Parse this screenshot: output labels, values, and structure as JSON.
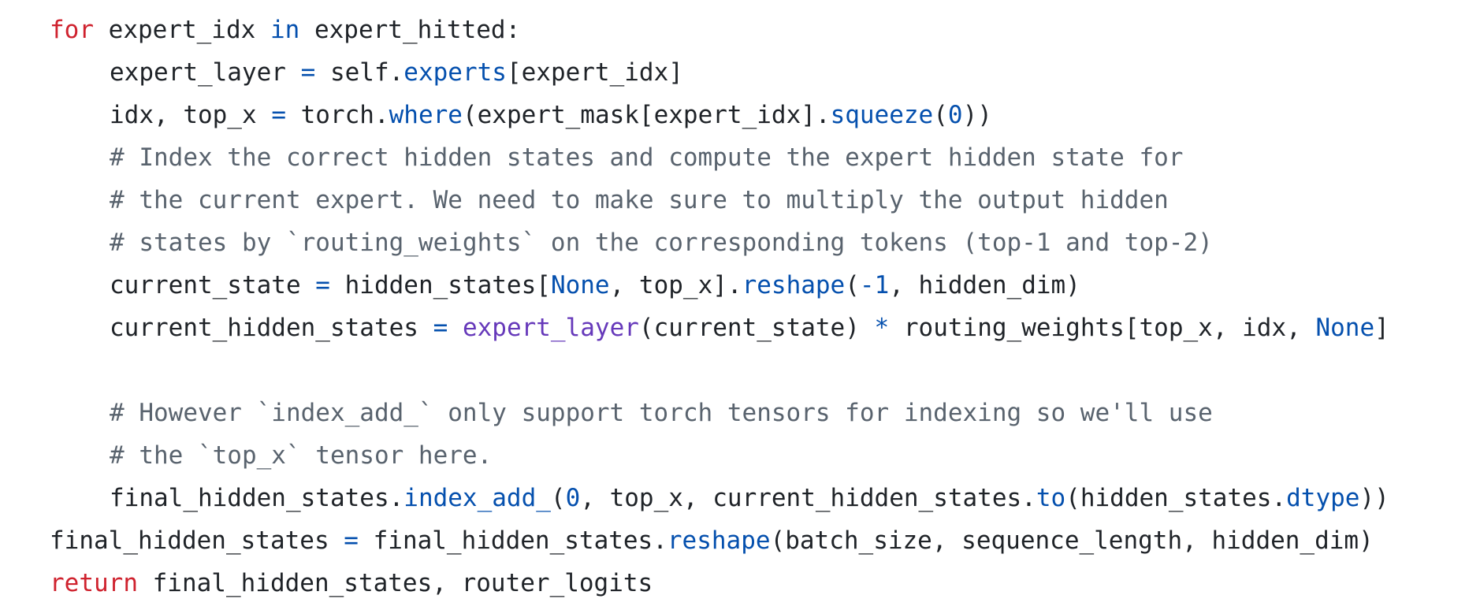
{
  "code": {
    "lines": [
      {
        "indent": 0,
        "tokens": [
          {
            "t": "kw",
            "v": "for"
          },
          {
            "t": "plain",
            "v": " expert_idx "
          },
          {
            "t": "op",
            "v": "in"
          },
          {
            "t": "plain",
            "v": " expert_hitted:"
          }
        ]
      },
      {
        "indent": 1,
        "tokens": [
          {
            "t": "plain",
            "v": "expert_layer "
          },
          {
            "t": "op",
            "v": "="
          },
          {
            "t": "plain",
            "v": " self."
          },
          {
            "t": "fn",
            "v": "experts"
          },
          {
            "t": "plain",
            "v": "[expert_idx]"
          }
        ]
      },
      {
        "indent": 1,
        "tokens": [
          {
            "t": "plain",
            "v": "idx, top_x "
          },
          {
            "t": "op",
            "v": "="
          },
          {
            "t": "plain",
            "v": " torch."
          },
          {
            "t": "fn",
            "v": "where"
          },
          {
            "t": "plain",
            "v": "(expert_mask[expert_idx]."
          },
          {
            "t": "fn",
            "v": "squeeze"
          },
          {
            "t": "plain",
            "v": "("
          },
          {
            "t": "num",
            "v": "0"
          },
          {
            "t": "plain",
            "v": "))"
          }
        ]
      },
      {
        "indent": 1,
        "tokens": [
          {
            "t": "com",
            "v": "# Index the correct hidden states and compute the expert hidden state for"
          }
        ]
      },
      {
        "indent": 1,
        "tokens": [
          {
            "t": "com",
            "v": "# the current expert. We need to make sure to multiply the output hidden"
          }
        ]
      },
      {
        "indent": 1,
        "tokens": [
          {
            "t": "com",
            "v": "# states by `routing_weights` on the corresponding tokens (top-1 and top-2)"
          }
        ]
      },
      {
        "indent": 1,
        "tokens": [
          {
            "t": "plain",
            "v": "current_state "
          },
          {
            "t": "op",
            "v": "="
          },
          {
            "t": "plain",
            "v": " hidden_states["
          },
          {
            "t": "const",
            "v": "None"
          },
          {
            "t": "plain",
            "v": ", top_x]."
          },
          {
            "t": "fn",
            "v": "reshape"
          },
          {
            "t": "plain",
            "v": "("
          },
          {
            "t": "num",
            "v": "-1"
          },
          {
            "t": "plain",
            "v": ", hidden_dim)"
          }
        ]
      },
      {
        "indent": 1,
        "tokens": [
          {
            "t": "plain",
            "v": "current_hidden_states "
          },
          {
            "t": "op",
            "v": "="
          },
          {
            "t": "plain",
            "v": " "
          },
          {
            "t": "call",
            "v": "expert_layer"
          },
          {
            "t": "plain",
            "v": "(current_state) "
          },
          {
            "t": "op",
            "v": "*"
          },
          {
            "t": "plain",
            "v": " routing_weights[top_x, idx, "
          },
          {
            "t": "const",
            "v": "None"
          },
          {
            "t": "plain",
            "v": "]"
          }
        ]
      },
      {
        "indent": 1,
        "tokens": []
      },
      {
        "indent": 1,
        "tokens": [
          {
            "t": "com",
            "v": "# However `index_add_` only support torch tensors for indexing so we'll use"
          }
        ]
      },
      {
        "indent": 1,
        "tokens": [
          {
            "t": "com",
            "v": "# the `top_x` tensor here."
          }
        ]
      },
      {
        "indent": 1,
        "tokens": [
          {
            "t": "plain",
            "v": "final_hidden_states."
          },
          {
            "t": "fn",
            "v": "index_add_"
          },
          {
            "t": "plain",
            "v": "("
          },
          {
            "t": "num",
            "v": "0"
          },
          {
            "t": "plain",
            "v": ", top_x, current_hidden_states."
          },
          {
            "t": "fn",
            "v": "to"
          },
          {
            "t": "plain",
            "v": "(hidden_states."
          },
          {
            "t": "fn",
            "v": "dtype"
          },
          {
            "t": "plain",
            "v": "))"
          }
        ]
      },
      {
        "indent": 0,
        "tokens": [
          {
            "t": "plain",
            "v": "final_hidden_states "
          },
          {
            "t": "op",
            "v": "="
          },
          {
            "t": "plain",
            "v": " final_hidden_states."
          },
          {
            "t": "fn",
            "v": "reshape"
          },
          {
            "t": "plain",
            "v": "(batch_size, sequence_length, hidden_dim)"
          }
        ]
      },
      {
        "indent": 0,
        "tokens": [
          {
            "t": "kw",
            "v": "return"
          },
          {
            "t": "plain",
            "v": " final_hidden_states, router_logits"
          }
        ]
      }
    ],
    "colors": {
      "keyword": "#cf222e",
      "operator": "#0550ae",
      "function": "#0550ae",
      "number": "#0550ae",
      "constant": "#0550ae",
      "call": "#6639ba",
      "comment": "#59636e",
      "text": "#1f2328",
      "background": "#ffffff"
    }
  }
}
